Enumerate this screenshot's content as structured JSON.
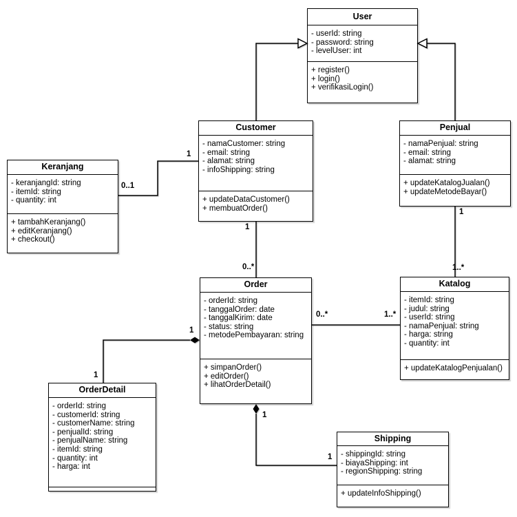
{
  "diagram_type": "uml-class-diagram",
  "colors": {
    "background": "#ffffff",
    "stroke": "#000000",
    "text": "#000000"
  },
  "classes": {
    "user": {
      "name": "User",
      "attributes": [
        "- userId: string",
        "- password: string",
        "- levelUser: int"
      ],
      "methods": [
        "+ register()",
        "+ login()",
        "+ verifikasiLogin()"
      ]
    },
    "customer": {
      "name": "Customer",
      "attributes": [
        "- namaCustomer: string",
        "- email: string",
        "- alamat: string",
        "- infoShipping: string"
      ],
      "methods": [
        "+ updateDataCustomer()",
        "+ membuatOrder()"
      ]
    },
    "penjual": {
      "name": "Penjual",
      "attributes": [
        "- namaPenjual: string",
        "- email: string",
        "- alamat: string"
      ],
      "methods": [
        "+ updateKatalogJualan()",
        "+ updateMetodeBayar()"
      ]
    },
    "keranjang": {
      "name": "Keranjang",
      "attributes": [
        "- keranjangId: string",
        "- itemId: string",
        "- quantity: int"
      ],
      "methods": [
        "+ tambahKeranjang()",
        "+ editKeranjang()",
        "+ checkout()"
      ]
    },
    "order": {
      "name": "Order",
      "attributes": [
        "- orderId: string",
        "- tanggalOrder: date",
        "- tanggalKirim: date",
        "- status: string",
        "- metodePembayaran: string"
      ],
      "methods": [
        "+ simpanOrder()",
        "+ editOrder()",
        "+ lihatOrderDetail()"
      ]
    },
    "katalog": {
      "name": "Katalog",
      "attributes": [
        "- itemId: string",
        "- judul: string",
        "- userId: string",
        "- namaPenjual: string",
        "- harga: string",
        "- quantity: int"
      ],
      "methods": [
        "+ updateKatalogPenjualan()"
      ]
    },
    "orderdetail": {
      "name": "OrderDetail",
      "attributes": [
        "- orderId: string",
        "- customerId: string",
        "- customerName: string",
        "- penjualId: string",
        "- penjualName: string",
        "- itemId: string",
        "- quantity: int",
        "- harga: int"
      ],
      "methods": []
    },
    "shipping": {
      "name": "Shipping",
      "attributes": [
        "- shippingId: string",
        "- biayaShipping: int",
        "- regionShipping: string"
      ],
      "methods": [
        "+ updateInfoShipping()"
      ]
    }
  },
  "relationships": [
    {
      "id": "customer-user",
      "type": "generalization",
      "from": "Customer",
      "to": "User"
    },
    {
      "id": "penjual-user",
      "type": "generalization",
      "from": "Penjual",
      "to": "User"
    },
    {
      "id": "keranjang-customer",
      "type": "association",
      "from": "Keranjang",
      "to": "Customer",
      "from_mult": "0..1",
      "to_mult": "1"
    },
    {
      "id": "customer-order",
      "type": "association",
      "from": "Customer",
      "to": "Order",
      "from_mult": "1",
      "to_mult": "0..*"
    },
    {
      "id": "order-katalog",
      "type": "association",
      "from": "Order",
      "to": "Katalog",
      "from_mult": "0..*",
      "to_mult": "1..*"
    },
    {
      "id": "penjual-katalog",
      "type": "association",
      "from": "Penjual",
      "to": "Katalog",
      "from_mult": "1",
      "to_mult": "1..*"
    },
    {
      "id": "order-orderdetail",
      "type": "composition",
      "from": "Order",
      "to": "OrderDetail",
      "from_mult": "1",
      "to_mult": "1"
    },
    {
      "id": "order-shipping",
      "type": "composition",
      "from": "Order",
      "to": "Shipping",
      "from_mult": "1",
      "to_mult": "1"
    }
  ]
}
